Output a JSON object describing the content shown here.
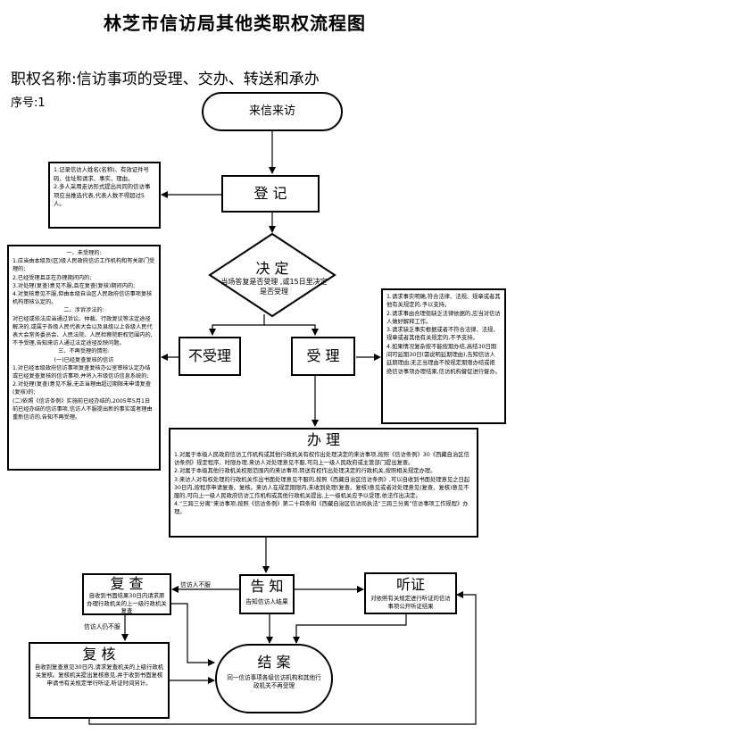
{
  "title": "林芝市信访局其他类职权流程图",
  "subtitle": "职权名称:信访事项的受理、交办、转送和承办",
  "serial": "序号:1",
  "nodes": {
    "start": "来信来访",
    "register": "登 记",
    "decide": "决 定",
    "decide_note": "当场答复是否受理 ,或15日里决定是否受理",
    "reject": "不受理",
    "accept": "受 理",
    "handle": "办 理",
    "notify": "告 知",
    "notify_note": "告知信访人结果",
    "review": "复 查",
    "review_note": "自收到书面结果30日内请求原办理行政机关的上一级行政机关复查",
    "hearing": "听证",
    "hearing_note": "对依照有关规定进行听证的信访事项公开听证结果",
    "recheck": "复 核",
    "recheck_note": "自收到复查意见30日内,请求复查机关的上级行政机关复核。复核机关提出复核意见,并于收到书面复核申请书有关规定举行听证,听证时间另计。",
    "end": "结 案",
    "end_note": "同一信访事项各级信访机构和其他行政机关不再受理"
  },
  "register_note": [
    "1.记录信访人姓名(名称)、有效证件号码、住址和请求、事实、理由。",
    "2.多人采用走访形式提出共同的信访事项应当推选代表,代表人数不得超过5人。"
  ],
  "reject_note": [
    "一、未受理的:",
    "1.应当由本级及(区)级人民政府信访工作机构和有关部门受理的;",
    "2.已经受理且正在办理期间内的;",
    "3.对处理(复查)意见不服,且在复查(复核)期间内的;",
    "4.对复核意见不服,但由本级自治区人民政府信访事项复核机构审核认定的。",
    "二、涉诉涉法的:",
    "对已经或依法应当通过诉讼、仲裁、行政复议等法定途径解决的,或属于各级人民代表大会以及县级以上各级人民代表大会常务委员会、人民法院、人民检察院职权范围内的,不予受理,告知来访人通过法定途径反映问题。",
    "三、不再受理的情形:",
    "(一)已经复查复核的信访",
    "1.对已经本级政府信访事项复查复核办公室审核认定办结或已经复查复核的信访事项,并将入市级信访信息系统的;",
    "2.对处理(复查)意见不服,无正当理由超过期限未申请复查(复核)的;",
    "(二)依照《信访条例》实施前已经办结的,2005年5月1日前已经办结的信访事项,信访人不服提出新的事实或者理由重新信访的,告知不再受理。"
  ],
  "accept_note": [
    "1.请求事实明确,符合法律、法规、规章或者其他有关规定的,予以支持。",
    "2.请求事由合理但缺乏法律依据的,应当对信访人做好解释工作。",
    "3.请求缺乏事实根据或者不符合法律、法规、规章或者其他有关规定的,不予支持。",
    "4.如果情况复杂按不能按期办结,高结30日期间可延期30日(需说明延期理由),告知信访人延期理由;无正当理由不按规定期限办结或拒绝信访事项办理结果,信访机构督促进行督办。"
  ],
  "handle_note": [
    "1.对属于本级人民政府信访工作机构或其他行政机关有权作出处理决定的来访事项,按照《信访条例》30《西藏自治区信访条例》规定程序、时限办理,来访人对处理意见不服,可向上一级人民政府或主管部门提出复查。",
    "2.对属于本级其他行政机关权限范围内的来访事项,转送有权作出处理决定的行政机关,按照相关规定办理。",
    "3.来访人对有权处理的行政机关作出书面处理意见不服的,按照《西藏自治区信访条例》,可以自收到书面处理意见之日起30日内,按程序申请复查、复核。来访人在规定期限内,未收到处理(复查、复核)意见或者对处理意见(复查、复核)意见不服的,可向上一级人民政府信访工作机构或其他行政机关提出,上一级机关应予以受理,依法作出决定。",
    "4.“三跨三分离”来访事项,按照《信访条例》第二十四条和《西藏自治区信访局执法“三跨三分离”信访事项工作规程》办理。"
  ],
  "edge_labels": {
    "not_satisfied_1": "信访人不服",
    "not_satisfied_2": "信访人仍不服"
  }
}
